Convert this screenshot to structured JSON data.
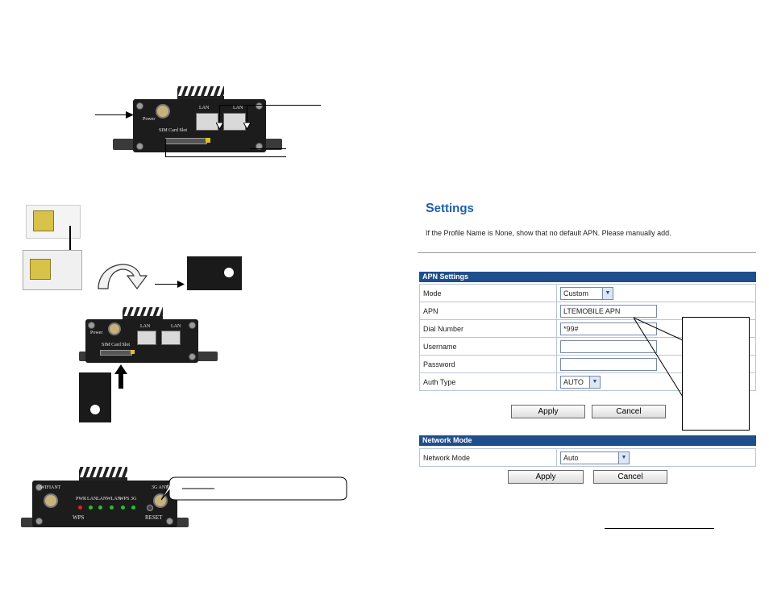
{
  "device_top": {
    "power_label": "Power",
    "lan1_label": "LAN",
    "lan2_label": "LAN",
    "sim_slot_label": "SIM Card Slot"
  },
  "device_middle": {
    "power_label": "Power",
    "lan1_label": "LAN",
    "lan2_label": "LAN",
    "sim_slot_label": "SIM Card Slot"
  },
  "device_bottom": {
    "wifi_ant_label": "WIFIANT",
    "g3_ant_label": "3G ANT",
    "led_labels": [
      "PWR",
      "LAN",
      "LAN",
      "WLAN",
      "WPS",
      "3G"
    ],
    "wps_label": "WPS",
    "reset_label": "RESET"
  },
  "settings": {
    "title_first": "S",
    "title_rest": "ettings",
    "note": "If the Profile Name is None, show that no default APN. Please manually add.",
    "apn_panel": {
      "header": "APN Settings",
      "rows": [
        {
          "label": "Mode",
          "value": "Custom"
        },
        {
          "label": "APN",
          "value": "LTEMOBILE APN"
        },
        {
          "label": "Dial Number",
          "value": "*99#"
        },
        {
          "label": "Username",
          "value": ""
        },
        {
          "label": "Password",
          "value": ""
        },
        {
          "label": "Auth Type",
          "value": "AUTO"
        }
      ],
      "apply_label": "Apply",
      "cancel_label": "Cancel"
    },
    "network_panel": {
      "header": "Network Mode",
      "label": "Network Mode",
      "value": "Auto",
      "apply_label": "Apply",
      "cancel_label": "Cancel"
    }
  },
  "colors": {
    "panel_header": "#1f4e8c",
    "title_blue": "#1f5fa8",
    "led_red": "#e02020",
    "led_green": "#22c22a"
  }
}
